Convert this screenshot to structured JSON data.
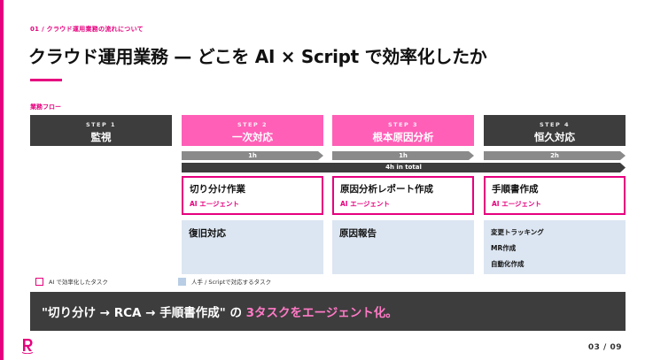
{
  "colors": {
    "accent": "#e6007e",
    "accent_light": "#ff5fb7",
    "dark": "#3d3d3d",
    "human_bg": "#dce6f2"
  },
  "breadcrumb": "01 / クラウド運用業務の流れについて",
  "title": "クラウド運用業務 — どこを AI × Script で効率化したか",
  "section_label": "業務フロー",
  "steps": [
    {
      "num": "STEP 1",
      "name": "監視"
    },
    {
      "num": "STEP 2",
      "name": "一次対応"
    },
    {
      "num": "STEP 3",
      "name": "根本原因分析"
    },
    {
      "num": "STEP 4",
      "name": "恒久対応"
    }
  ],
  "durations": [
    "1h",
    "1h",
    "2h"
  ],
  "total_duration": "4h in total",
  "ai_tasks": [
    {
      "name": "切り分け作業",
      "tag": "AI エージェント"
    },
    {
      "name": "原因分析レポート作成",
      "tag": "AI エージェント"
    },
    {
      "name": "手順書作成",
      "tag": "AI エージェント"
    }
  ],
  "human_tasks": {
    "step2": "復旧対応",
    "step3": "原因報告",
    "step4": [
      "変更トラッキング",
      "MR作成",
      "自動化作成"
    ]
  },
  "legend": {
    "ai": "AI で効率化したタスク",
    "human": "人手 / Scriptで対応するタスク"
  },
  "banner": {
    "prefix": "\"切り分け → RCA → 手順書作成\" の ",
    "highlight": "3タスクをエージェント化。"
  },
  "logo_icon": "rakuten-r-logo",
  "page_number": "03 / 09"
}
